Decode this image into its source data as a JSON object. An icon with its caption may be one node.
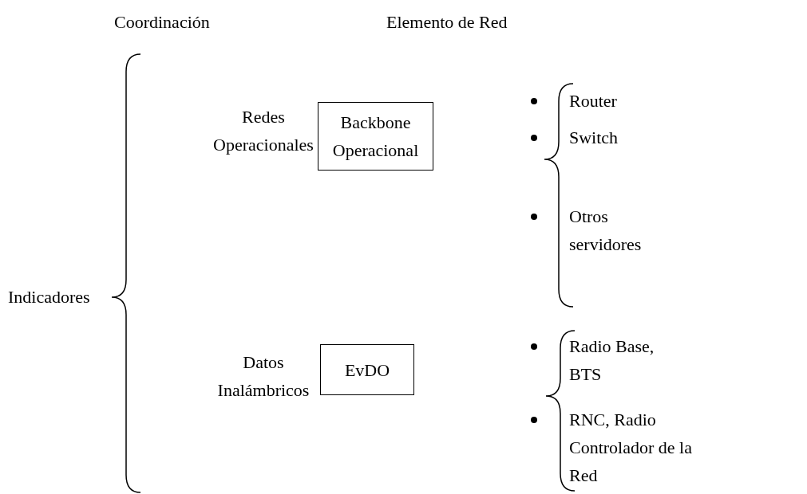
{
  "diagram": {
    "nodes": [
      {
        "text": [
          "Backbone Operacional"
        ]
      },
      {
        "text": [
          "EvDO"
        ]
      }
    ],
    "labels": [
      "Coordinación",
      "Elemento de Red",
      "Redes Operacionales",
      "Router",
      "Switch",
      "Otros servidores",
      "Indicadores",
      "Radio Base, BTS",
      "Datos Inalámbricos",
      "RNC, Radio Controlador de la Red"
    ]
  }
}
